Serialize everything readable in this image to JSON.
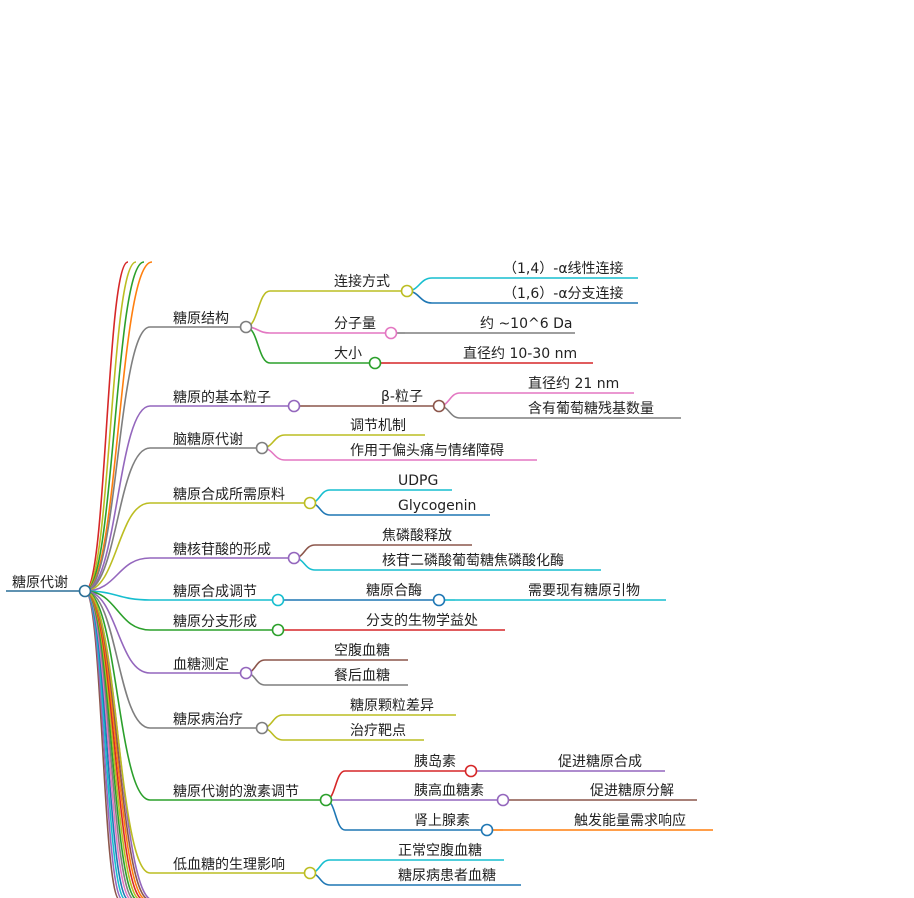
{
  "root": {
    "label": "糖原代谢",
    "color": "#2a6f97"
  },
  "branches": [
    {
      "label": "糖原结构",
      "color": "#7f7f7f",
      "children": [
        {
          "label": "连接方式",
          "color": "#bcbd22",
          "children": [
            {
              "label": "（1,4）-α线性连接",
              "color": "#17becf"
            },
            {
              "label": "（1,6）-α分支连接",
              "color": "#1f77b4"
            }
          ]
        },
        {
          "label": "分子量",
          "color": "#e377c2",
          "children": [
            {
              "label": "约 ~10^6 Da",
              "color": "#7f7f7f"
            }
          ]
        },
        {
          "label": "大小",
          "color": "#2ca02c",
          "children": [
            {
              "label": "直径约 10-30 nm",
              "color": "#d62728"
            }
          ]
        }
      ]
    },
    {
      "label": "糖原的基本粒子",
      "color": "#9467bd",
      "children": [
        {
          "label": "β-粒子",
          "color": "#8c564b",
          "children": [
            {
              "label": "直径约 21 nm",
              "color": "#e377c2"
            },
            {
              "label": "含有葡萄糖残基数量",
              "color": "#7f7f7f"
            }
          ]
        }
      ]
    },
    {
      "label": "脑糖原代谢",
      "color": "#7f7f7f",
      "children": [
        {
          "label": "调节机制",
          "color": "#bcbd22"
        },
        {
          "label": "作用于偏头痛与情绪障碍",
          "color": "#e377c2"
        }
      ]
    },
    {
      "label": "糖原合成所需原料",
      "color": "#bcbd22",
      "children": [
        {
          "label": "UDPG",
          "color": "#17becf"
        },
        {
          "label": "Glycogenin",
          "color": "#1f77b4"
        }
      ]
    },
    {
      "label": "糖核苷酸的形成",
      "color": "#9467bd",
      "children": [
        {
          "label": "焦磷酸释放",
          "color": "#8c564b"
        },
        {
          "label": "核苷二磷酸葡萄糖焦磷酸化酶",
          "color": "#17becf"
        }
      ]
    },
    {
      "label": "糖原合成调节",
      "color": "#17becf",
      "children": [
        {
          "label": "糖原合酶",
          "color": "#1f77b4",
          "children": [
            {
              "label": "需要现有糖原引物",
              "color": "#17becf"
            }
          ]
        }
      ]
    },
    {
      "label": "糖原分支形成",
      "color": "#2ca02c",
      "children": [
        {
          "label": "分支的生物学益处",
          "color": "#d62728"
        }
      ]
    },
    {
      "label": "血糖测定",
      "color": "#9467bd",
      "children": [
        {
          "label": "空腹血糖",
          "color": "#8c564b"
        },
        {
          "label": "餐后血糖",
          "color": "#7f7f7f"
        }
      ]
    },
    {
      "label": "糖尿病治疗",
      "color": "#7f7f7f",
      "children": [
        {
          "label": "糖原颗粒差异",
          "color": "#bcbd22"
        },
        {
          "label": "治疗靶点",
          "color": "#bcbd22"
        }
      ]
    },
    {
      "label": "糖原代谢的激素调节",
      "color": "#2ca02c",
      "children": [
        {
          "label": "胰岛素",
          "color": "#d62728",
          "children": [
            {
              "label": "促进糖原合成",
              "color": "#9467bd"
            }
          ]
        },
        {
          "label": "胰高血糖素",
          "color": "#9467bd",
          "children": [
            {
              "label": "促进糖原分解",
              "color": "#8c564b"
            }
          ]
        },
        {
          "label": "肾上腺素",
          "color": "#1f77b4",
          "children": [
            {
              "label": "触发能量需求响应",
              "color": "#ff7f0e"
            }
          ]
        }
      ]
    },
    {
      "label": "低血糖的生理影响",
      "color": "#bcbd22",
      "children": [
        {
          "label": "正常空腹血糖",
          "color": "#17becf"
        },
        {
          "label": "糖尿病患者血糖",
          "color": "#1f77b4"
        }
      ]
    }
  ],
  "offscreen_branch_colors": [
    "#d62728",
    "#bcbd22",
    "#2ca02c",
    "#ff7f0e",
    "#8c564b",
    "#9467bd",
    "#17becf",
    "#1f77b4",
    "#e377c2",
    "#7f7f7f",
    "#2ca02c",
    "#bcbd22",
    "#d62728",
    "#ff7f0e",
    "#8c564b",
    "#9467bd"
  ]
}
